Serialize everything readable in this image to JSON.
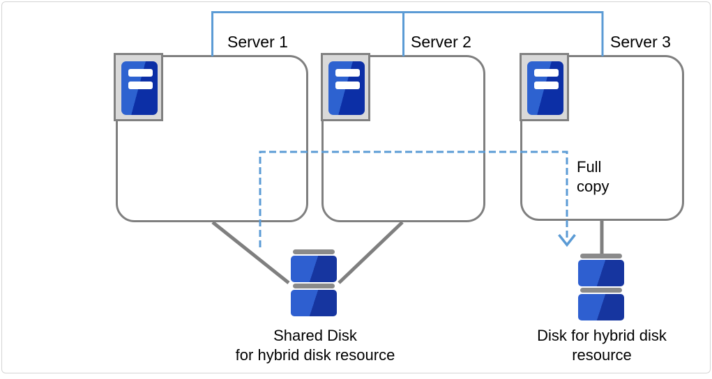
{
  "colors": {
    "accent_blue": "#5B9BD5",
    "line_gray": "#7F7F7F",
    "icon_border_gray": "#808080",
    "icon_frame_gray": "#D9D9D9",
    "disk_cap_gray": "#8A8A8A",
    "server_light_blue": "#2D62D0",
    "server_dark_blue": "#0C2FA6",
    "disk_light_blue": "#2E5FD0",
    "disk_dark_blue": "#16359F",
    "text": "#000000",
    "canvas_border": "#D4D4D4"
  },
  "servers": [
    {
      "label": "Server 1"
    },
    {
      "label": "Server 2"
    },
    {
      "label": "Server 3"
    }
  ],
  "full_copy": {
    "label": "Full copy"
  },
  "shared_disk": {
    "line1": "Shared Disk",
    "line2": "for hybrid disk resource"
  },
  "hybrid_disk": {
    "line1": "Disk for hybrid disk",
    "line2": "resource"
  }
}
